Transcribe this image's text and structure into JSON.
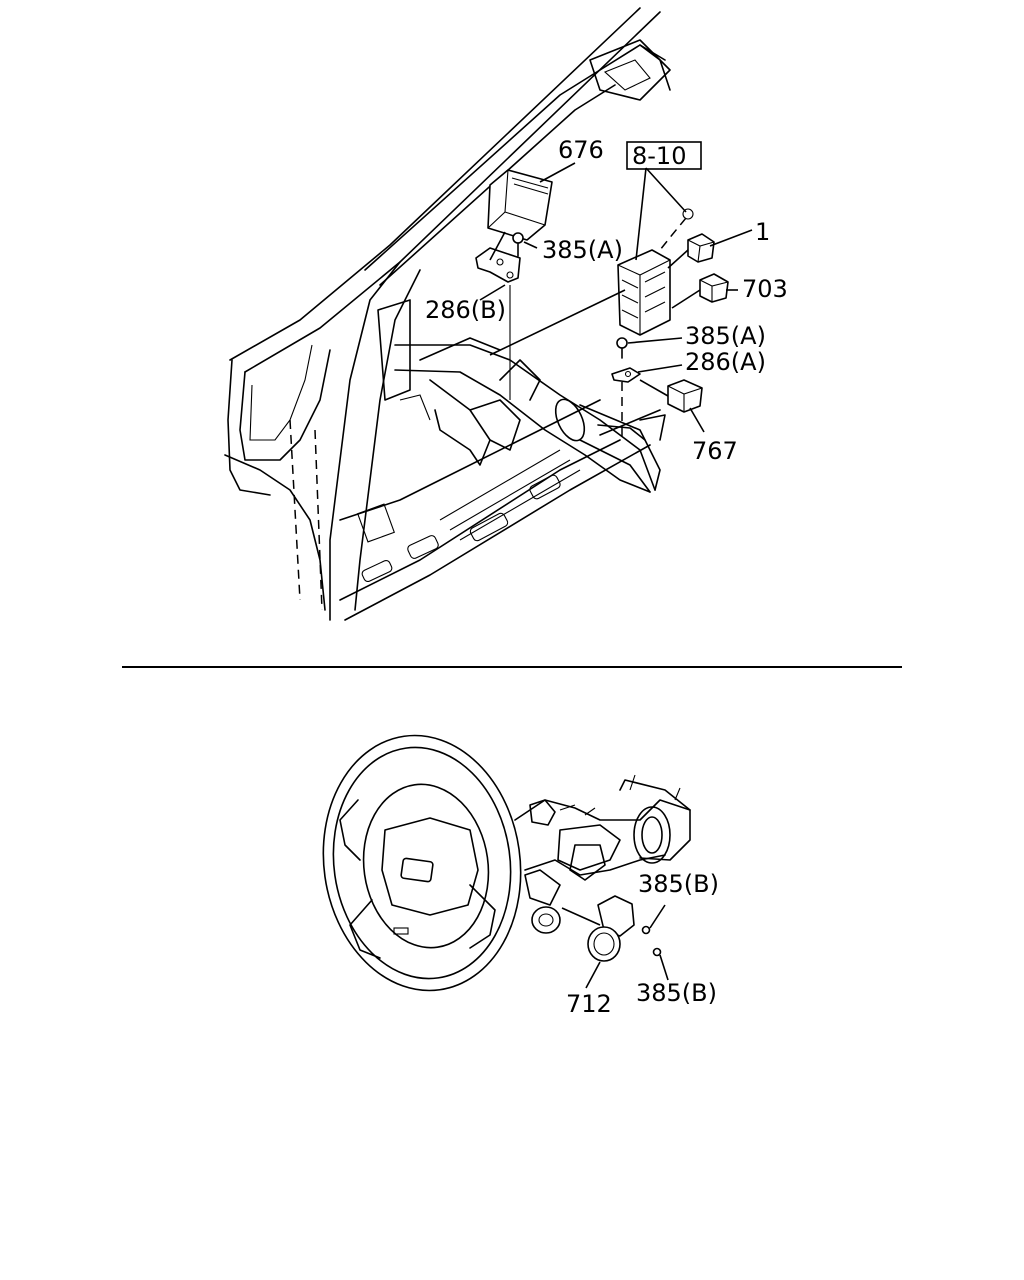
{
  "callouts": {
    "c676": "676",
    "c8_10": "8-10",
    "c1": "1",
    "c385a_top": "385(A)",
    "c703": "703",
    "c286b": "286(B)",
    "c385a_mid": "385(A)",
    "c286a": "286(A)",
    "c767": "767",
    "c385b_upper": "385(B)",
    "c712": "712",
    "c385b_lower": "385(B)"
  }
}
